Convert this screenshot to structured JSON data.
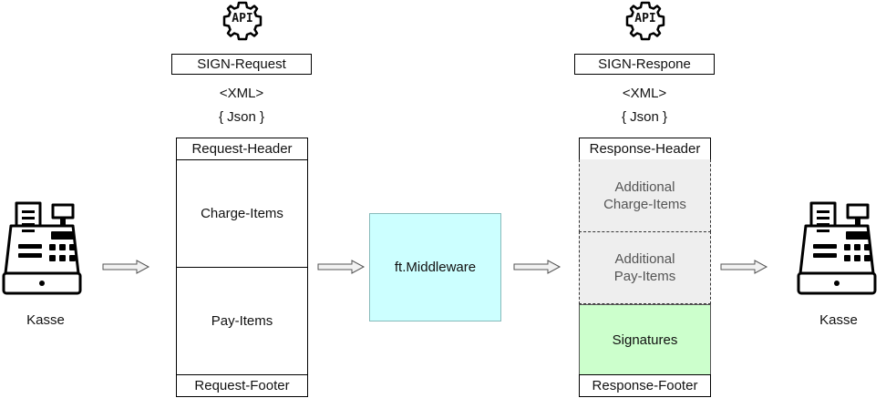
{
  "left_register": {
    "label": "Kasse"
  },
  "right_register": {
    "label": "Kasse"
  },
  "request": {
    "api_badge": "API",
    "title": "SIGN-Request",
    "formats": [
      "<XML>",
      "{ Json }"
    ],
    "sections": {
      "header": "Request-Header",
      "charge_items": "Charge-Items",
      "pay_items": "Pay-Items",
      "footer": "Request-Footer"
    }
  },
  "middleware": {
    "label": "ft.Middleware",
    "color": "#ccffff"
  },
  "response": {
    "api_badge": "API",
    "title": "SIGN-Respone",
    "formats": [
      "<XML>",
      "{ Json }"
    ],
    "sections": {
      "header": "Response-Header",
      "additional_charge_items": "Additional\nCharge-Items",
      "additional_pay_items": "Additional\nPay-Items",
      "signatures": "Signatures",
      "footer": "Response-Footer"
    },
    "additional_color": "#eeeeee",
    "signatures_color": "#ccffcc"
  }
}
